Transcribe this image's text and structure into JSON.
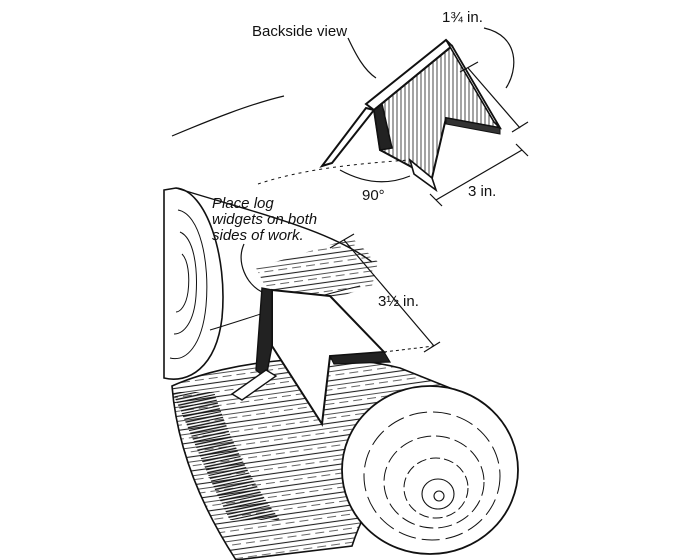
{
  "diagram": {
    "labels": {
      "backside_view": "Backside view",
      "width_top": "1¾ in.",
      "angle": "90°",
      "depth": "3 in.",
      "note_line1": "Place log",
      "note_line2": "widgets on both",
      "note_line3": "sides of work.",
      "height": "3½ in."
    }
  }
}
